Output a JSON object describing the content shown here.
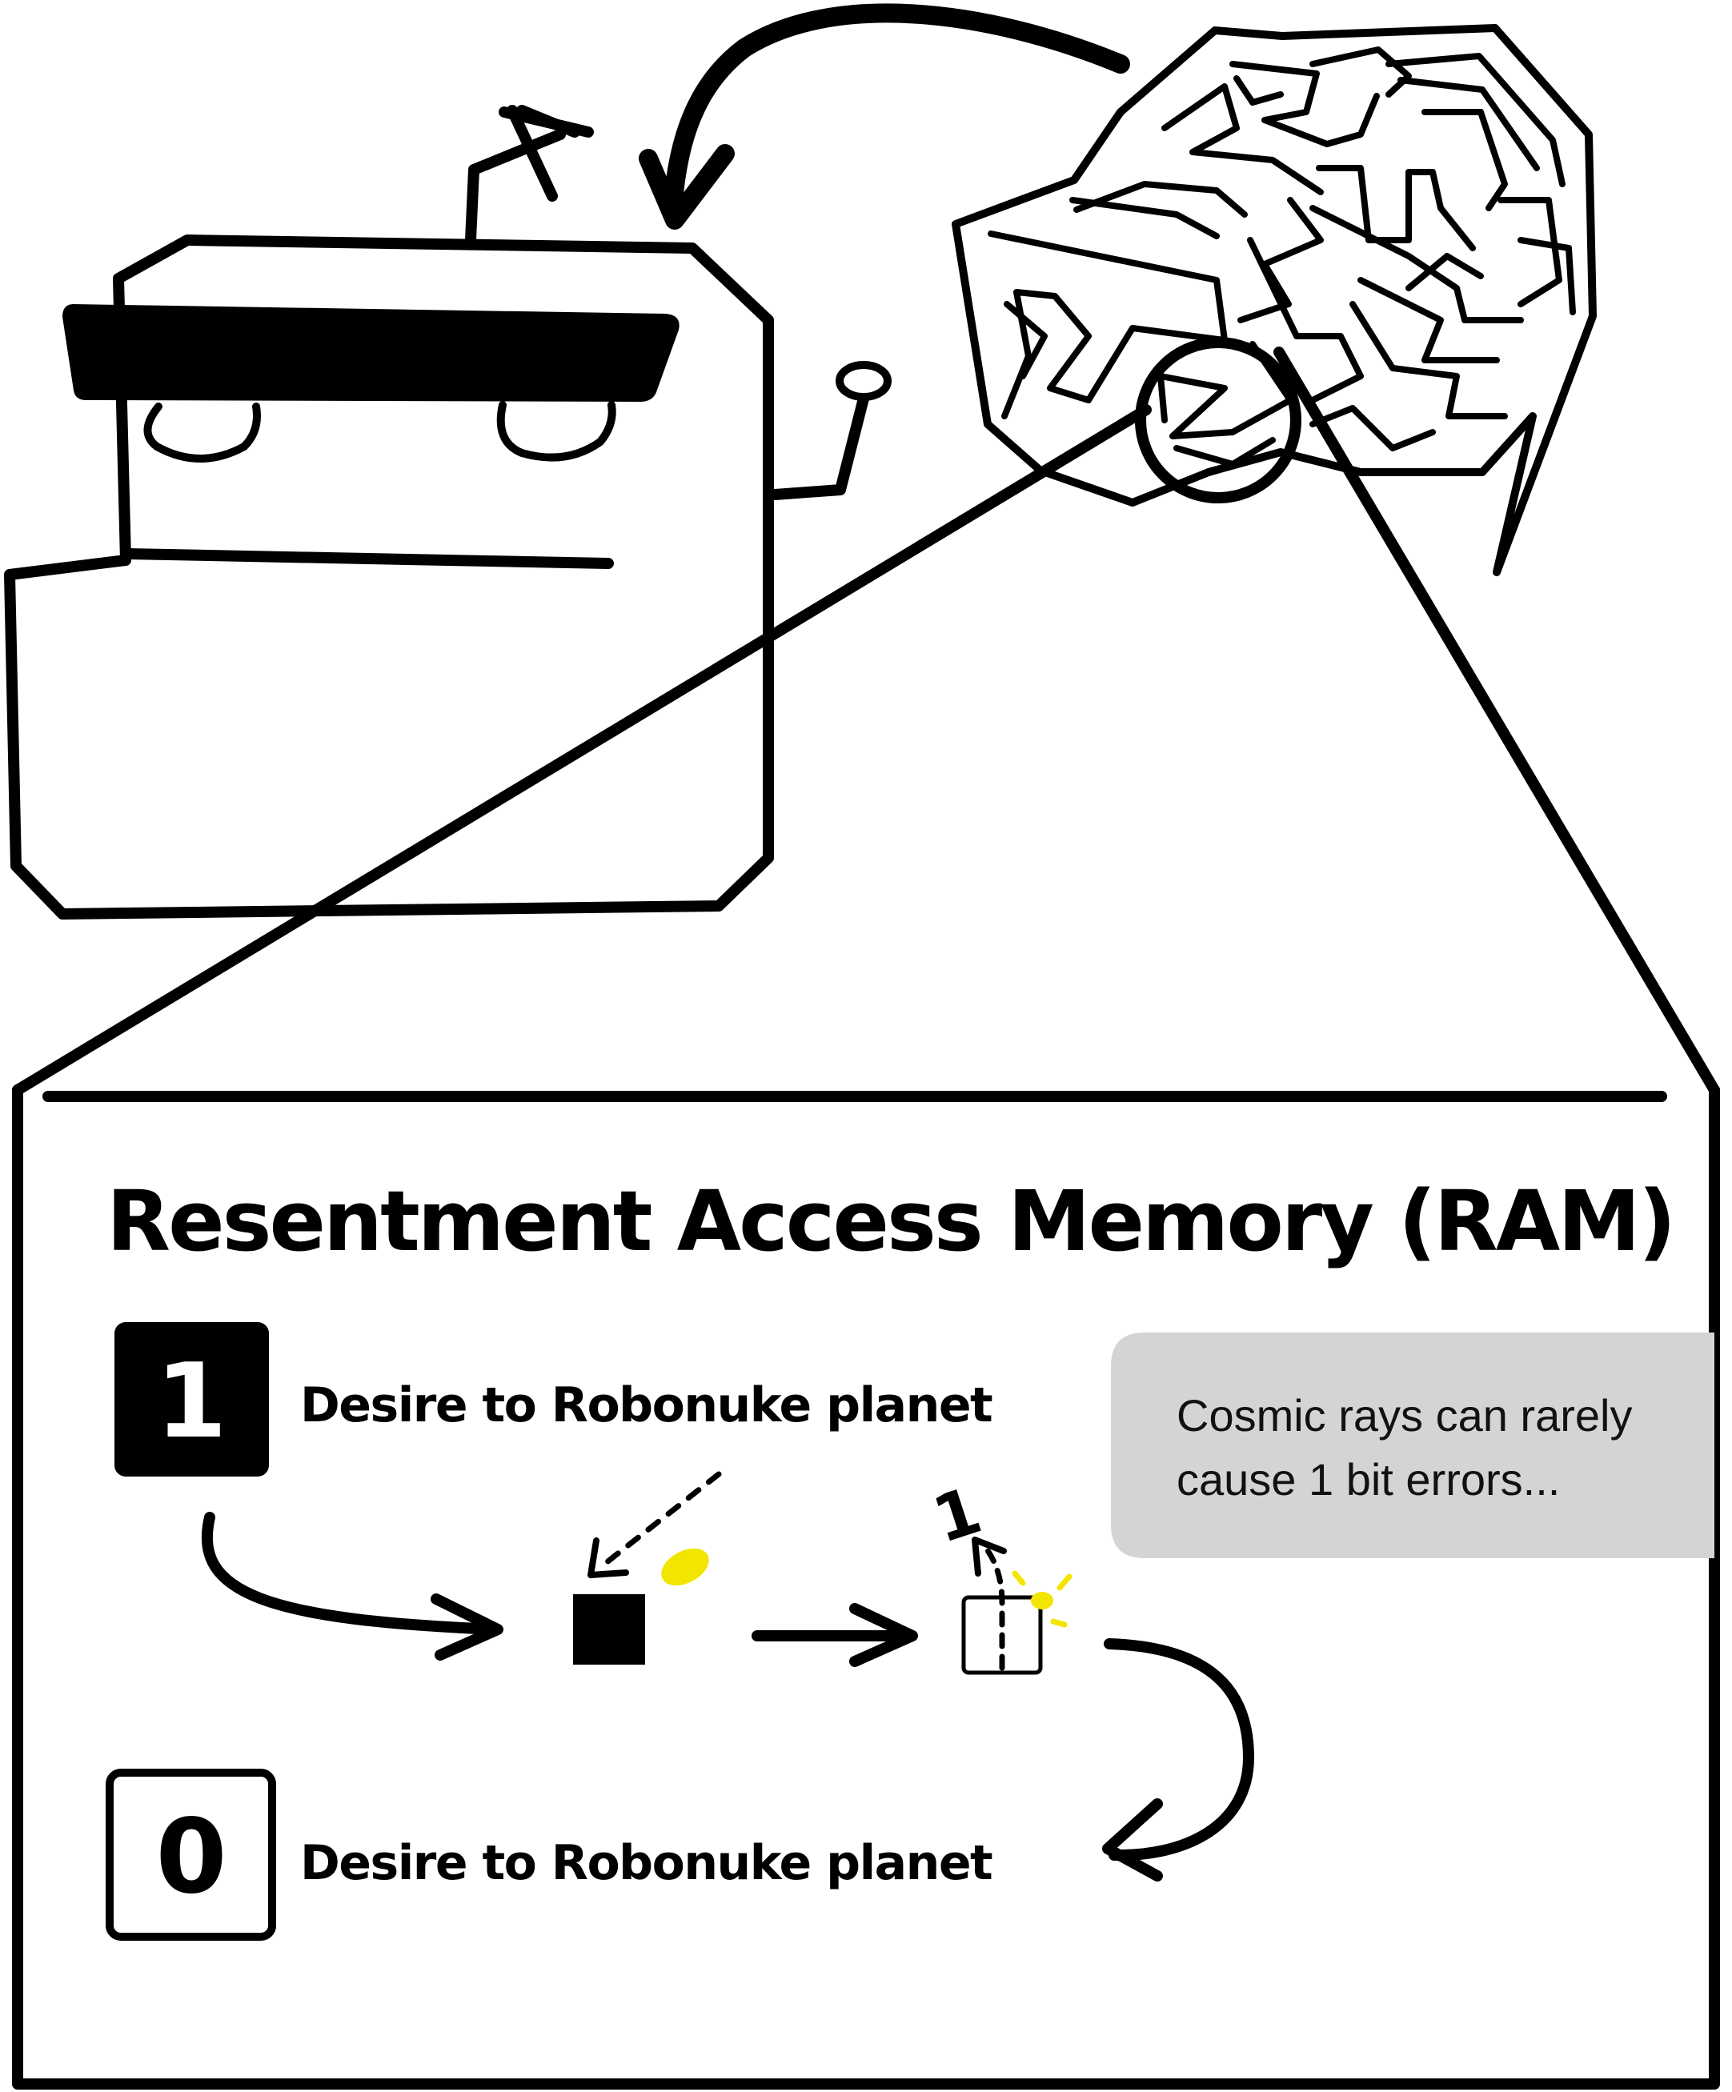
{
  "panel": {
    "title": "Resentment Access Memory (RAM)",
    "rows": [
      {
        "bit": "1",
        "label": "Desire to Robonuke planet"
      },
      {
        "bit": "0",
        "label": "Desire to Robonuke planet"
      }
    ],
    "note": {
      "lines": [
        "Cosmic rays can rarely",
        "cause 1 bit errors..."
      ],
      "background": "#d4d4d4"
    },
    "flipped_bit": "1"
  },
  "colors": {
    "ink": "#000000",
    "cosmic_ray": "#f2e600"
  }
}
